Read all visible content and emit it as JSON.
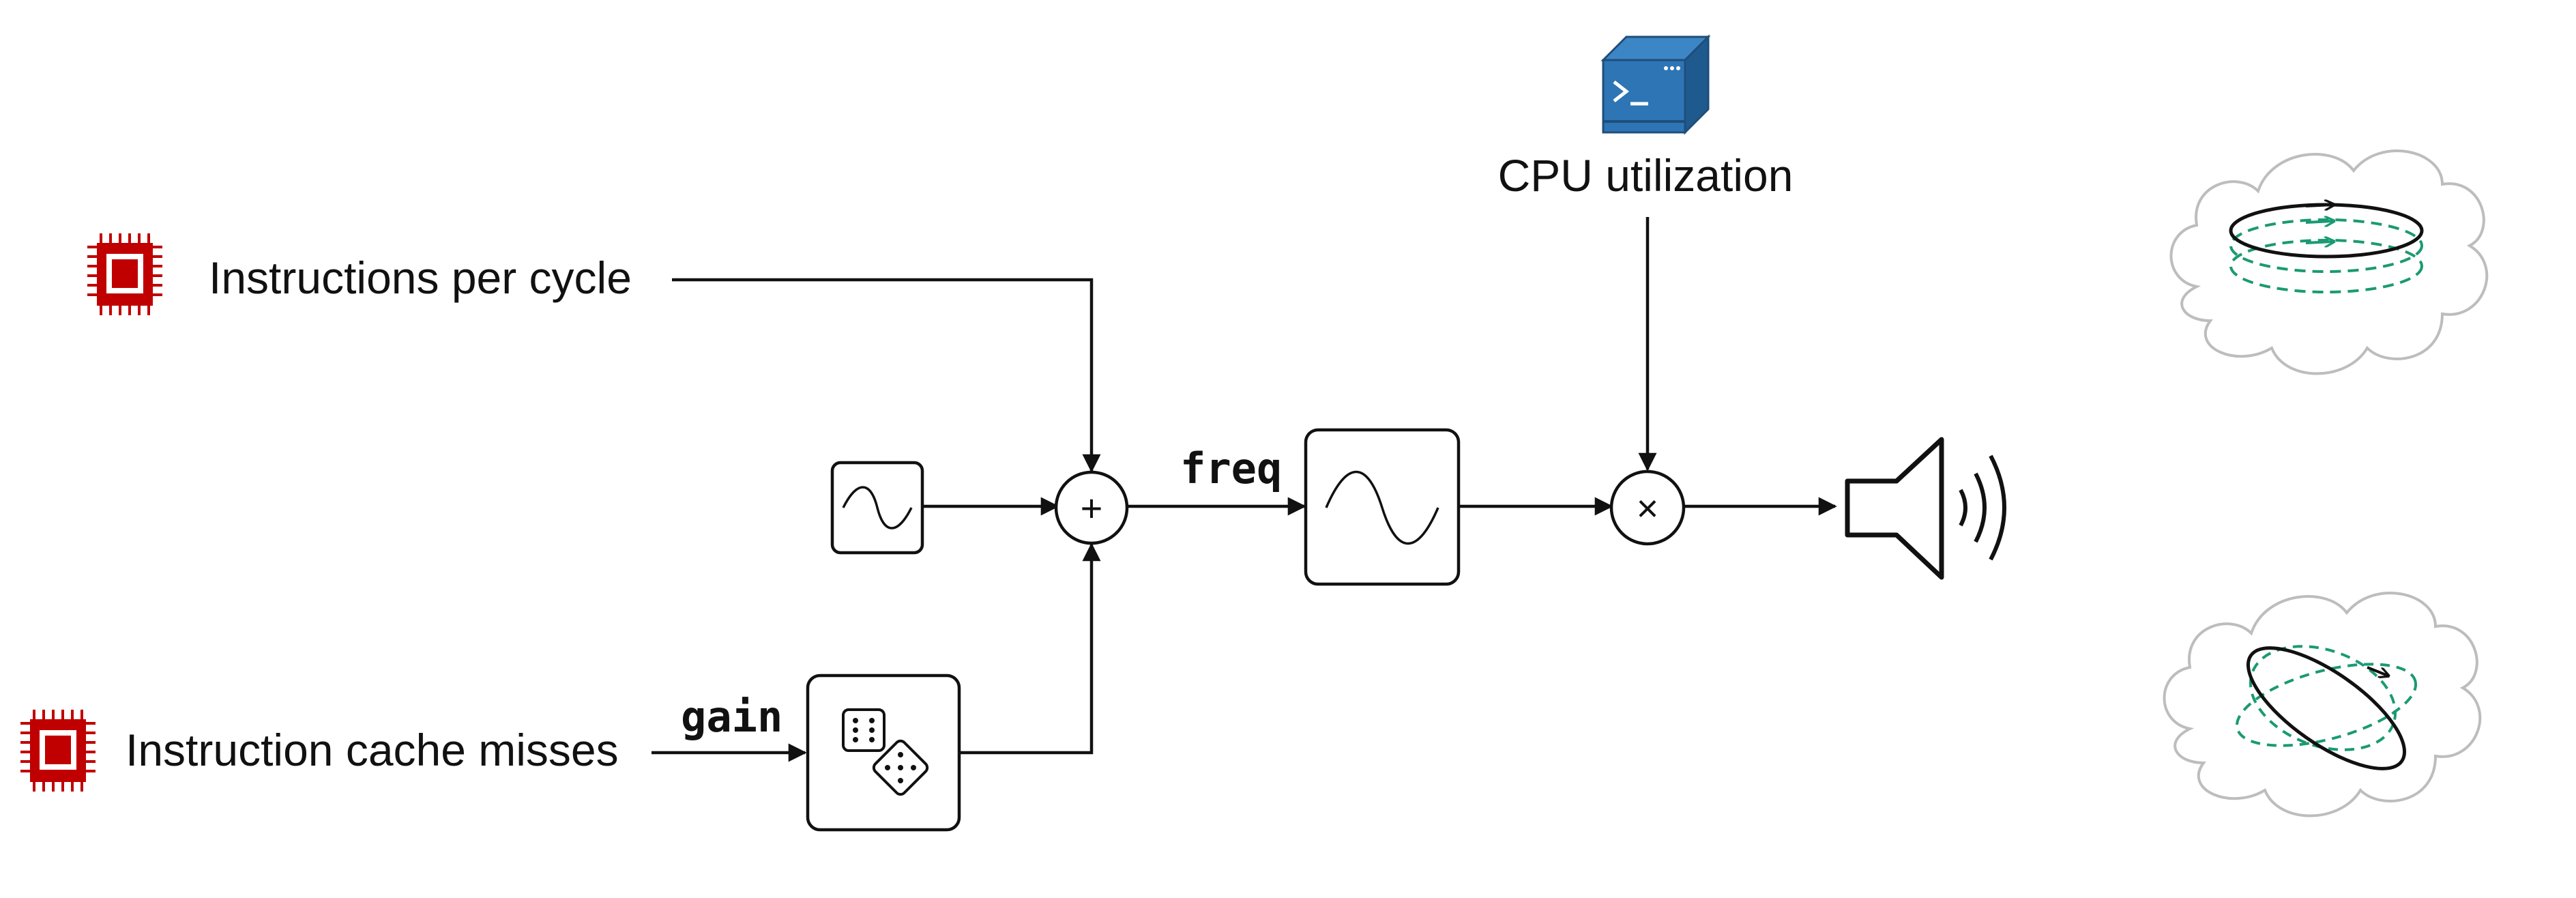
{
  "inputs": {
    "ipc_label": "Instructions per cycle",
    "icache_label": "Instruction cache misses",
    "cpu_label": "CPU utilization"
  },
  "signals": {
    "freq": "freq",
    "gain": "gain"
  },
  "operators": {
    "sum": "+",
    "multiply": "×"
  },
  "icons": {
    "cpu_chip": "cpu-chip-icon",
    "terminal": "terminal-server-icon",
    "speaker": "speaker-icon",
    "dice": "dice-icon",
    "oscillator": "sine-wave-icon",
    "cloud_rotation": "cloud-rotation-icon"
  },
  "colors": {
    "chip_red": "#c00000",
    "server_blue": "#2e75b6",
    "dashed_green": "#1a9a73",
    "cloud_gray": "#bdbdbd",
    "ink": "#111111"
  }
}
